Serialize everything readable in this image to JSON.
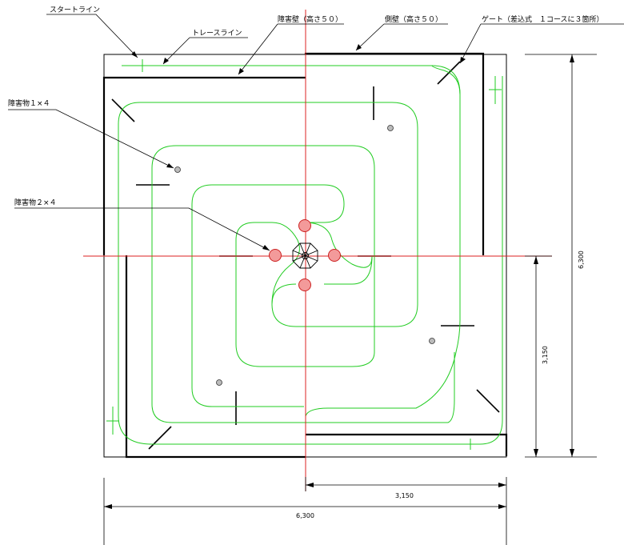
{
  "labels": {
    "start_line": "スタートライン",
    "trace_line": "トレースライン",
    "obstacle_wall": "障害壁（高さ５０）",
    "side_wall": "側壁（高さ５０）",
    "gate": "ゲート（差込式　１コースに３箇所）",
    "obstacle_1x4": "障害物１×４",
    "obstacle_2x4": "障害物２×４"
  },
  "dimensions": {
    "total_width": "6,300",
    "half_width": "3,150",
    "total_height": "6,300",
    "half_height": "3,150"
  },
  "colors": {
    "trace": "#22cc22",
    "axis": "#dd2222",
    "wall": "#000000",
    "obstacle_fill": "#f39a9a",
    "obstacle_stroke": "#cc2222",
    "pin_fill": "#bbbbbb"
  }
}
